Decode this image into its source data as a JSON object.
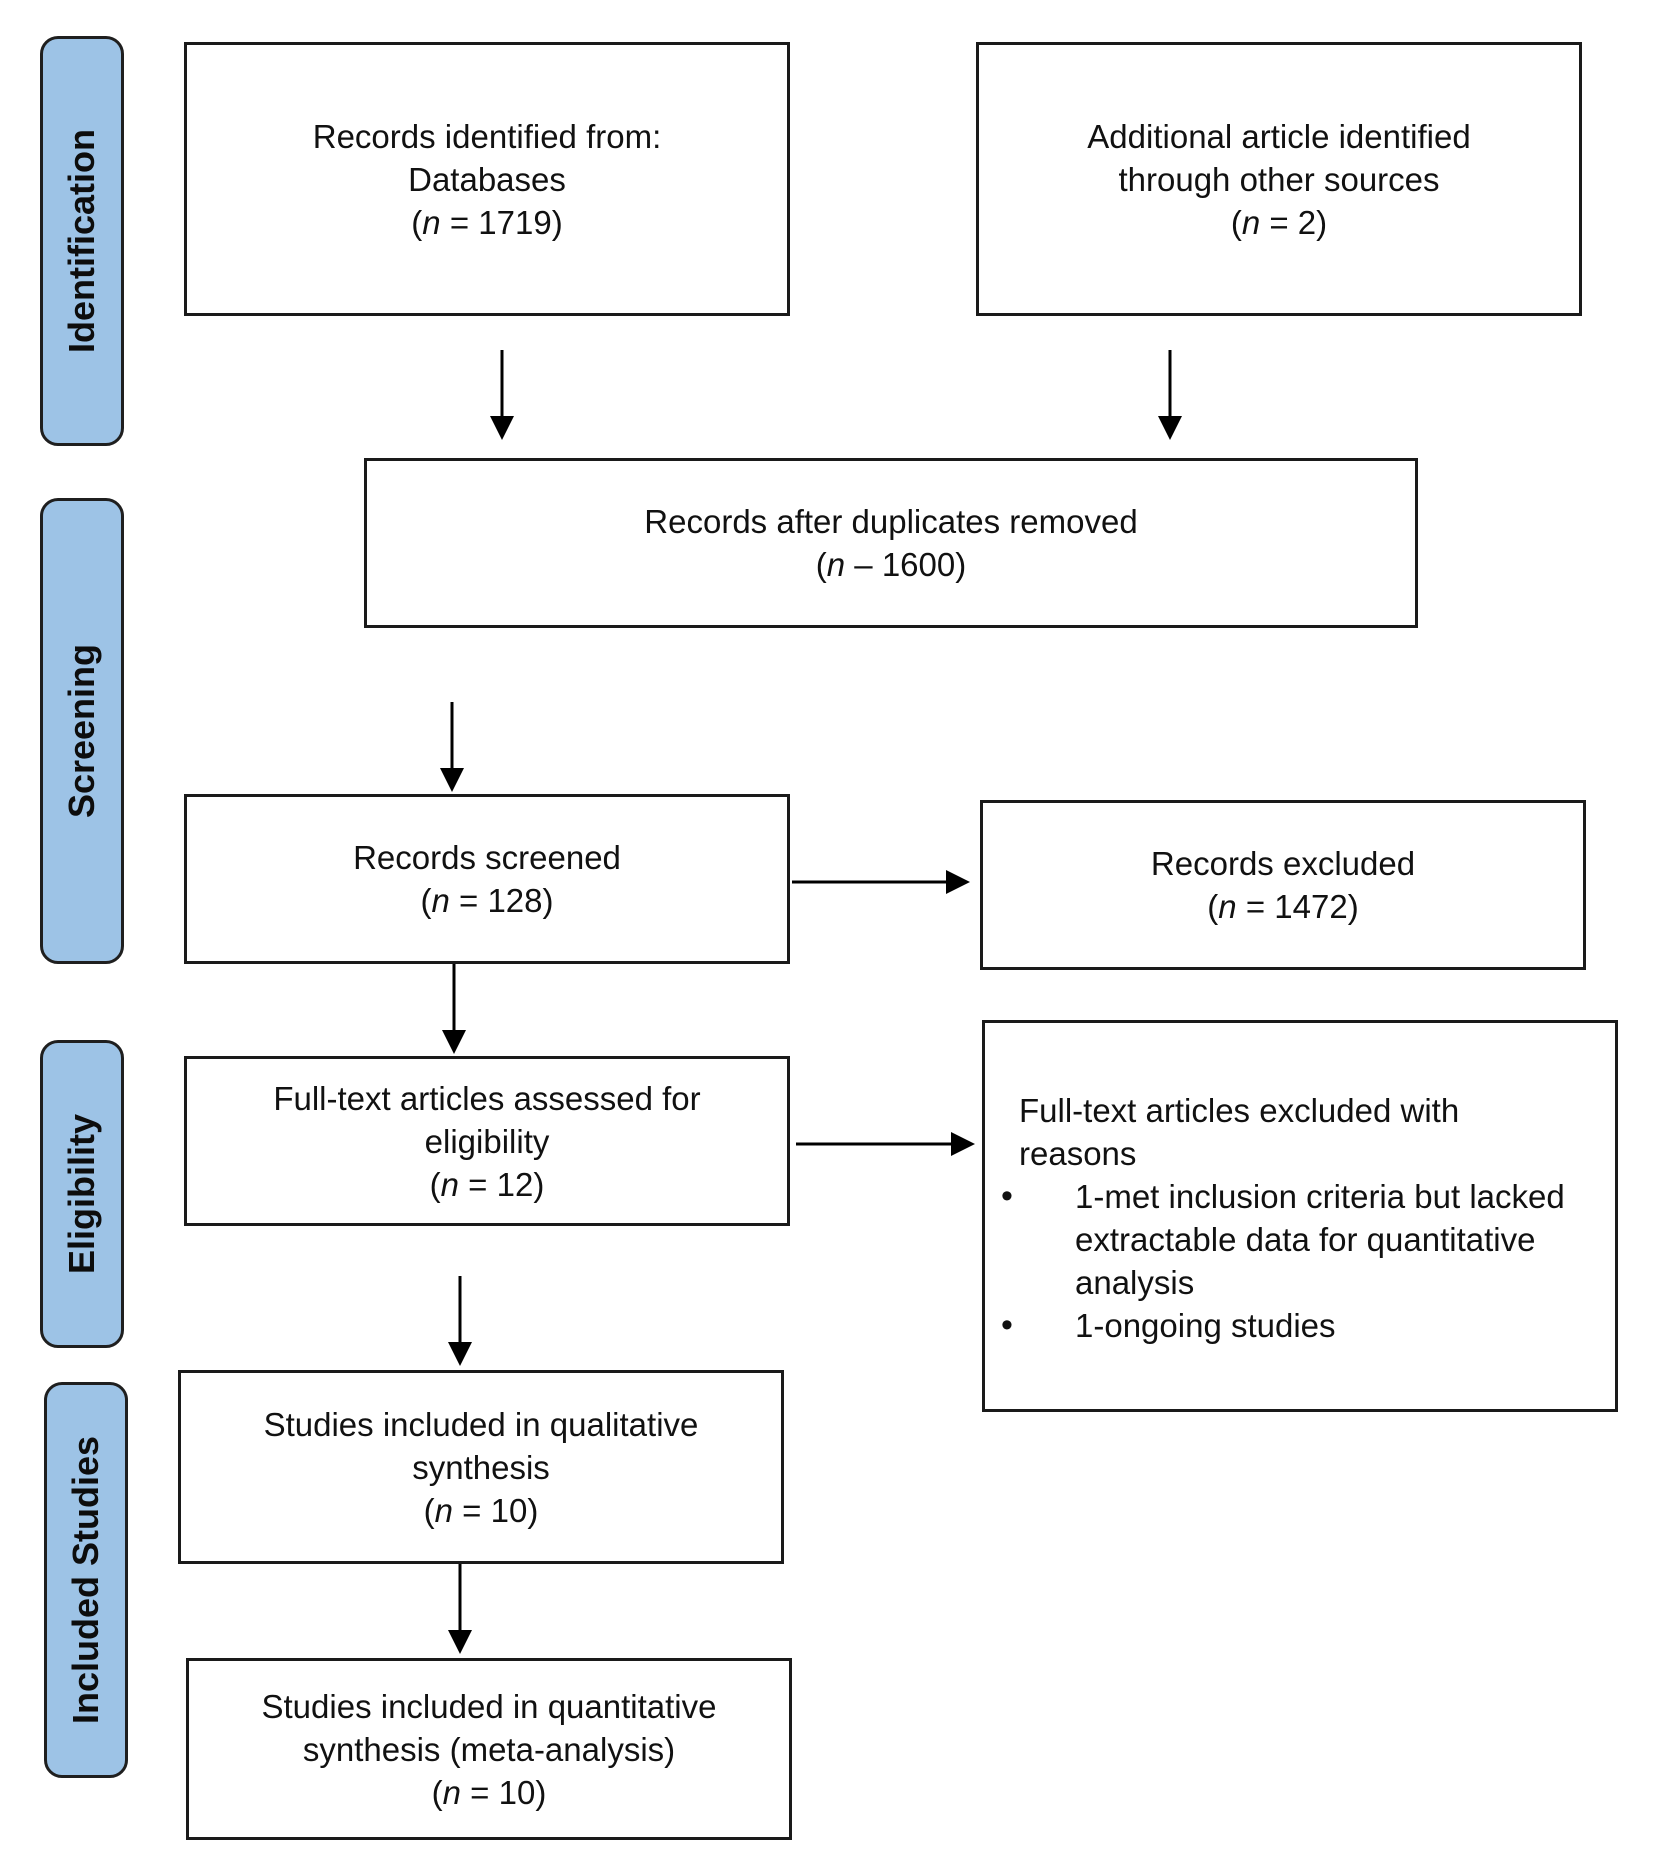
{
  "phases": {
    "identification": "Identification",
    "screening": "Screening",
    "eligibility": "Eligibility",
    "included": "Included Studies"
  },
  "boxes": {
    "databases": {
      "line1": "Records identified from:",
      "line2": "Databases",
      "n_label": "n",
      "n_value": " = 1719"
    },
    "other_sources": {
      "line1": "Additional article identified",
      "line2": "through other sources",
      "n_label": "n",
      "n_value": " = 2"
    },
    "duplicates_removed": {
      "line1": "Records after duplicates removed",
      "n_label": "n",
      "n_value": " – 1600"
    },
    "screened": {
      "line1": "Records screened",
      "n_label": "n",
      "n_value": " = 128"
    },
    "excluded": {
      "line1": "Records excluded",
      "n_label": "n",
      "n_value": " = 1472"
    },
    "fulltext_assessed": {
      "line1": "Full-text articles assessed for",
      "line2": "eligibility",
      "n_label": "n",
      "n_value": " = 12"
    },
    "fulltext_excluded": {
      "line1": "Full-text articles excluded with",
      "line2": "reasons",
      "reasons": [
        "1-met inclusion criteria but lacked extractable data for quantitative analysis",
        "1-ongoing studies"
      ]
    },
    "qualitative": {
      "line1": "Studies included in qualitative",
      "line2": "synthesis",
      "n_label": "n",
      "n_value": " = 10"
    },
    "quantitative": {
      "line1": "Studies included in quantitative",
      "line2": "synthesis (meta-analysis)",
      "n_label": "n",
      "n_value": " = 10"
    }
  }
}
